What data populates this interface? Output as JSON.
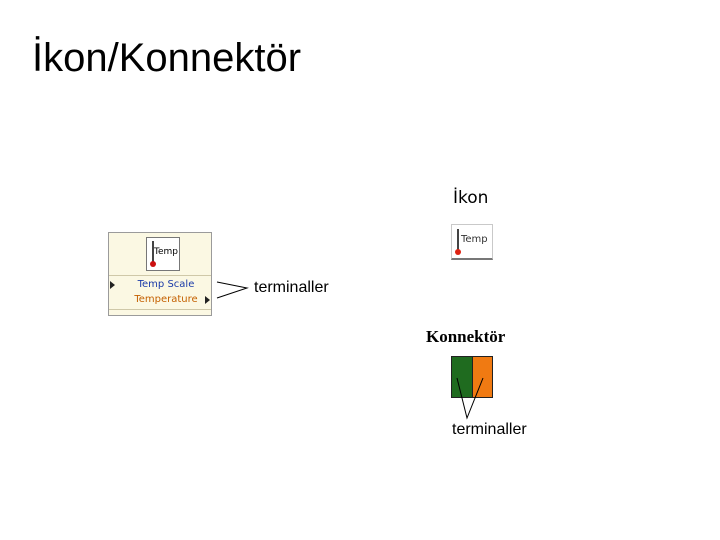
{
  "title": "İkon/Konnektör",
  "vi_block": {
    "icon_text": "Temp",
    "terminals": [
      {
        "label": "Temp Scale"
      },
      {
        "label": "Temperature"
      }
    ]
  },
  "labels": {
    "terminaller_left": "terminaller",
    "ikon": "İkon",
    "konnektor": "Konnektör",
    "terminaller_right": "terminaller"
  },
  "ikon_box": {
    "icon_text": "Temp"
  },
  "colors": {
    "connector_left": "#1f6b1f",
    "connector_right": "#f07a12",
    "input_terminal_text": "#1a3aa8",
    "output_terminal_text": "#c46000",
    "thermometer_bulb": "#cc1111"
  }
}
